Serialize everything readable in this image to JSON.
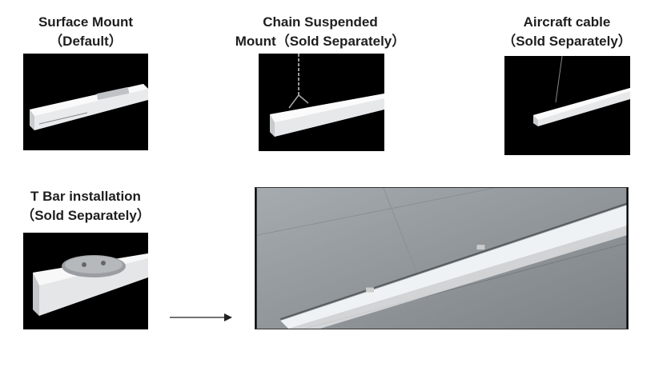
{
  "options": [
    {
      "title": "Surface Mount",
      "subtitle": "（Default）"
    },
    {
      "title": "Chain Suspended",
      "subtitle": "Mount（Sold Separately）"
    },
    {
      "title": "Aircraft cable",
      "subtitle": "（Sold Separately）"
    },
    {
      "title": "T Bar installation",
      "subtitle": "（Sold Separately）"
    }
  ],
  "colors": {
    "text": "#1e1e1e",
    "photo_bg": "#000000",
    "ceiling": "#8f9498"
  }
}
